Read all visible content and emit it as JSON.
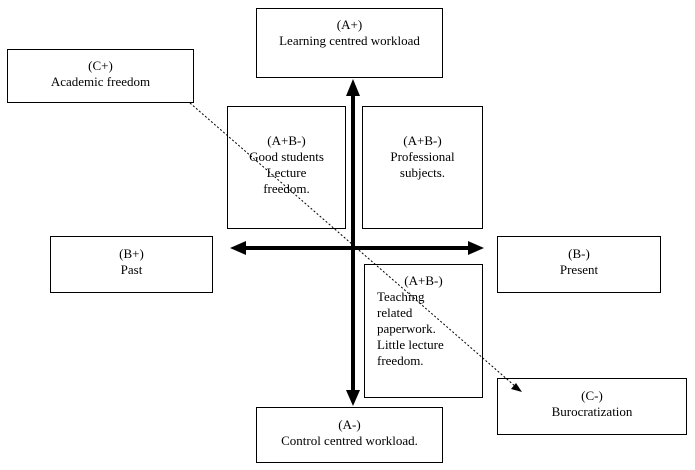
{
  "boxes": {
    "a_plus": {
      "code": "(A+)",
      "lines": [
        "Learning centred workload"
      ]
    },
    "c_plus": {
      "code": "(C+)",
      "lines": [
        "Academic freedom"
      ]
    },
    "quad_top_left": {
      "code": "(A+B-)",
      "lines": [
        "Good students",
        "Lecture",
        "freedom."
      ]
    },
    "quad_top_right": {
      "code": "(A+B-)",
      "lines": [
        "Professional",
        "subjects."
      ]
    },
    "b_plus": {
      "code": "(B+)",
      "lines": [
        "Past"
      ]
    },
    "b_minus": {
      "code": "(B-)",
      "lines": [
        "Present"
      ]
    },
    "quad_bottom_right": {
      "code": "(A+B-)",
      "lines": [
        "Teaching",
        "related",
        "paperwork.",
        "Little lecture",
        "freedom."
      ]
    },
    "c_minus": {
      "code": "(C-)",
      "lines": [
        "Burocratization"
      ]
    },
    "a_minus": {
      "code": "(A-)",
      "lines": [
        "Control centred workload."
      ]
    }
  }
}
